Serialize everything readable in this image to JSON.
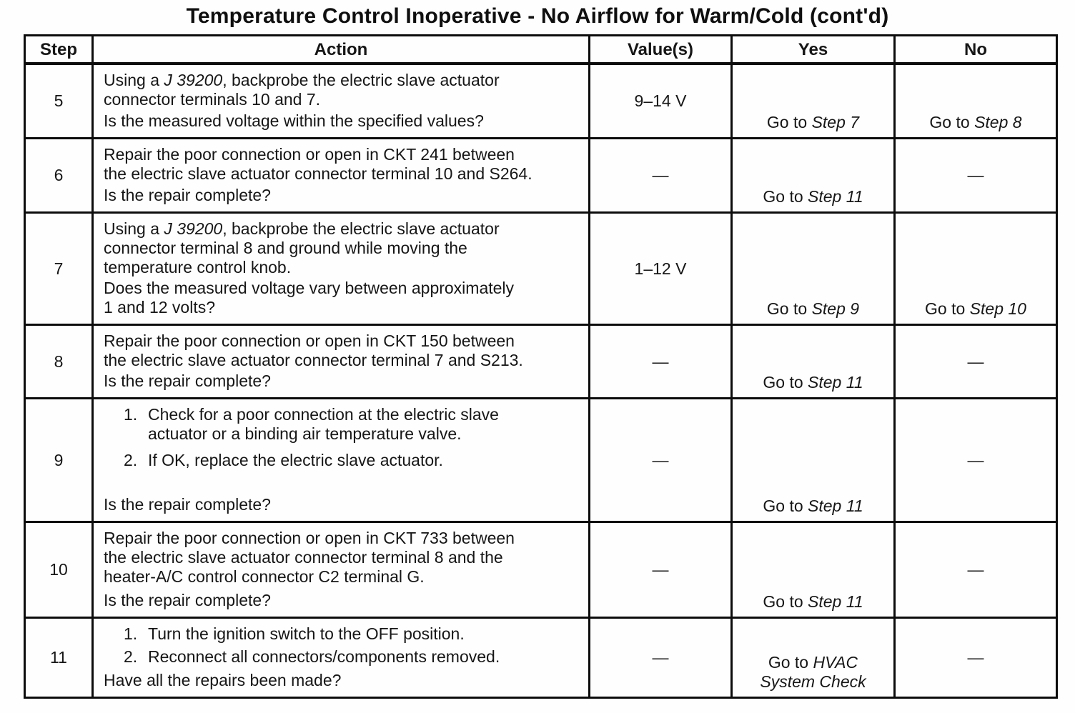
{
  "title": "Temperature Control Inoperative - No Airflow for Warm/Cold  (cont'd)",
  "table": {
    "headers": [
      "Step",
      "Action",
      "Value(s)",
      "Yes",
      "No"
    ],
    "rows": [
      {
        "step": "5",
        "action": [
          {
            "type": "p",
            "lines": [
              [
                {
                  "t": "Using a "
                },
                {
                  "t": "J 39200",
                  "i": true
                },
                {
                  "t": ", backprobe the electric slave actuator"
                }
              ],
              [
                {
                  "t": "connector terminals 10 and 7."
                }
              ]
            ]
          }
        ],
        "question": [
          [
            {
              "t": "Is the measured voltage within the specified values?"
            }
          ]
        ],
        "value": "9–14 V",
        "yes": [
          [
            {
              "t": "Go to "
            },
            {
              "t": "Step 7",
              "i": true
            }
          ]
        ],
        "no": [
          [
            {
              "t": "Go to "
            },
            {
              "t": "Step 8",
              "i": true
            }
          ]
        ]
      },
      {
        "step": "6",
        "action": [
          {
            "type": "p",
            "lines": [
              [
                {
                  "t": "Repair the poor connection or open in CKT 241 between"
                }
              ],
              [
                {
                  "t": "the electric slave actuator connector terminal 10 and S264."
                }
              ]
            ]
          }
        ],
        "question": [
          [
            {
              "t": "Is the repair complete?"
            }
          ]
        ],
        "value": "—",
        "yes": [
          [
            {
              "t": "Go to "
            },
            {
              "t": "Step 11",
              "i": true
            }
          ]
        ],
        "no": [
          [
            {
              "t": "—"
            }
          ]
        ]
      },
      {
        "step": "7",
        "action": [
          {
            "type": "p",
            "lines": [
              [
                {
                  "t": "Using a "
                },
                {
                  "t": "J 39200",
                  "i": true
                },
                {
                  "t": ", backprobe the electric slave actuator"
                }
              ],
              [
                {
                  "t": "connector terminal 8 and ground while moving the"
                }
              ],
              [
                {
                  "t": "temperature control knob."
                }
              ]
            ]
          }
        ],
        "question": [
          [
            {
              "t": "Does the measured voltage vary between approximately"
            }
          ],
          [
            {
              "t": "1 and 12 volts?"
            }
          ]
        ],
        "value": "1–12 V",
        "yes": [
          [
            {
              "t": "Go to "
            },
            {
              "t": "Step 9",
              "i": true
            }
          ]
        ],
        "no": [
          [
            {
              "t": "Go to "
            },
            {
              "t": "Step 10",
              "i": true
            }
          ]
        ]
      },
      {
        "step": "8",
        "action": [
          {
            "type": "p",
            "lines": [
              [
                {
                  "t": "Repair the poor connection or open in CKT 150 between"
                }
              ],
              [
                {
                  "t": "the electric slave actuator connector terminal 7 and S213."
                }
              ]
            ]
          }
        ],
        "question": [
          [
            {
              "t": "Is the repair complete?"
            }
          ]
        ],
        "value": "—",
        "yes": [
          [
            {
              "t": "Go to "
            },
            {
              "t": "Step 11",
              "i": true
            }
          ]
        ],
        "no": [
          [
            {
              "t": "—"
            }
          ]
        ]
      },
      {
        "step": "9",
        "action": [
          {
            "type": "li",
            "num": "1.",
            "lines": [
              [
                {
                  "t": "Check for a poor connection at the electric slave"
                }
              ],
              [
                {
                  "t": "actuator or a binding air temperature valve."
                }
              ]
            ]
          },
          {
            "type": "li",
            "num": "2.",
            "lines": [
              [
                {
                  "t": "If OK, replace the electric slave actuator."
                }
              ]
            ]
          }
        ],
        "question": [
          [
            {
              "t": "Is the repair complete?"
            }
          ]
        ],
        "value": "—",
        "yes": [
          [
            {
              "t": "Go to "
            },
            {
              "t": "Step 11",
              "i": true
            }
          ]
        ],
        "no": [
          [
            {
              "t": "—"
            }
          ]
        ]
      },
      {
        "step": "10",
        "action": [
          {
            "type": "p",
            "lines": [
              [
                {
                  "t": "Repair the poor connection or open in CKT 733 between"
                }
              ],
              [
                {
                  "t": "the electric slave actuator connector terminal 8 and the"
                }
              ],
              [
                {
                  "t": "heater-A/C control connector C2 terminal G."
                }
              ]
            ]
          }
        ],
        "question": [
          [
            {
              "t": "Is the repair complete?"
            }
          ]
        ],
        "value": "—",
        "yes": [
          [
            {
              "t": "Go to "
            },
            {
              "t": "Step 11",
              "i": true
            }
          ]
        ],
        "no": [
          [
            {
              "t": "—"
            }
          ]
        ]
      },
      {
        "step": "11",
        "action": [
          {
            "type": "li",
            "num": "1.",
            "lines": [
              [
                {
                  "t": "Turn the ignition switch to the OFF position."
                }
              ]
            ]
          },
          {
            "type": "li",
            "num": "2.",
            "lines": [
              [
                {
                  "t": "Reconnect all connectors/components removed."
                }
              ]
            ]
          }
        ],
        "question": [
          [
            {
              "t": "Have all the repairs been made?"
            }
          ]
        ],
        "value": "—",
        "yes": [
          [
            {
              "t": "Go to "
            },
            {
              "t": "HVAC",
              "i": true
            }
          ],
          [
            {
              "t": "System Check",
              "i": true
            }
          ]
        ],
        "no": [
          [
            {
              "t": "—"
            }
          ]
        ]
      }
    ]
  }
}
